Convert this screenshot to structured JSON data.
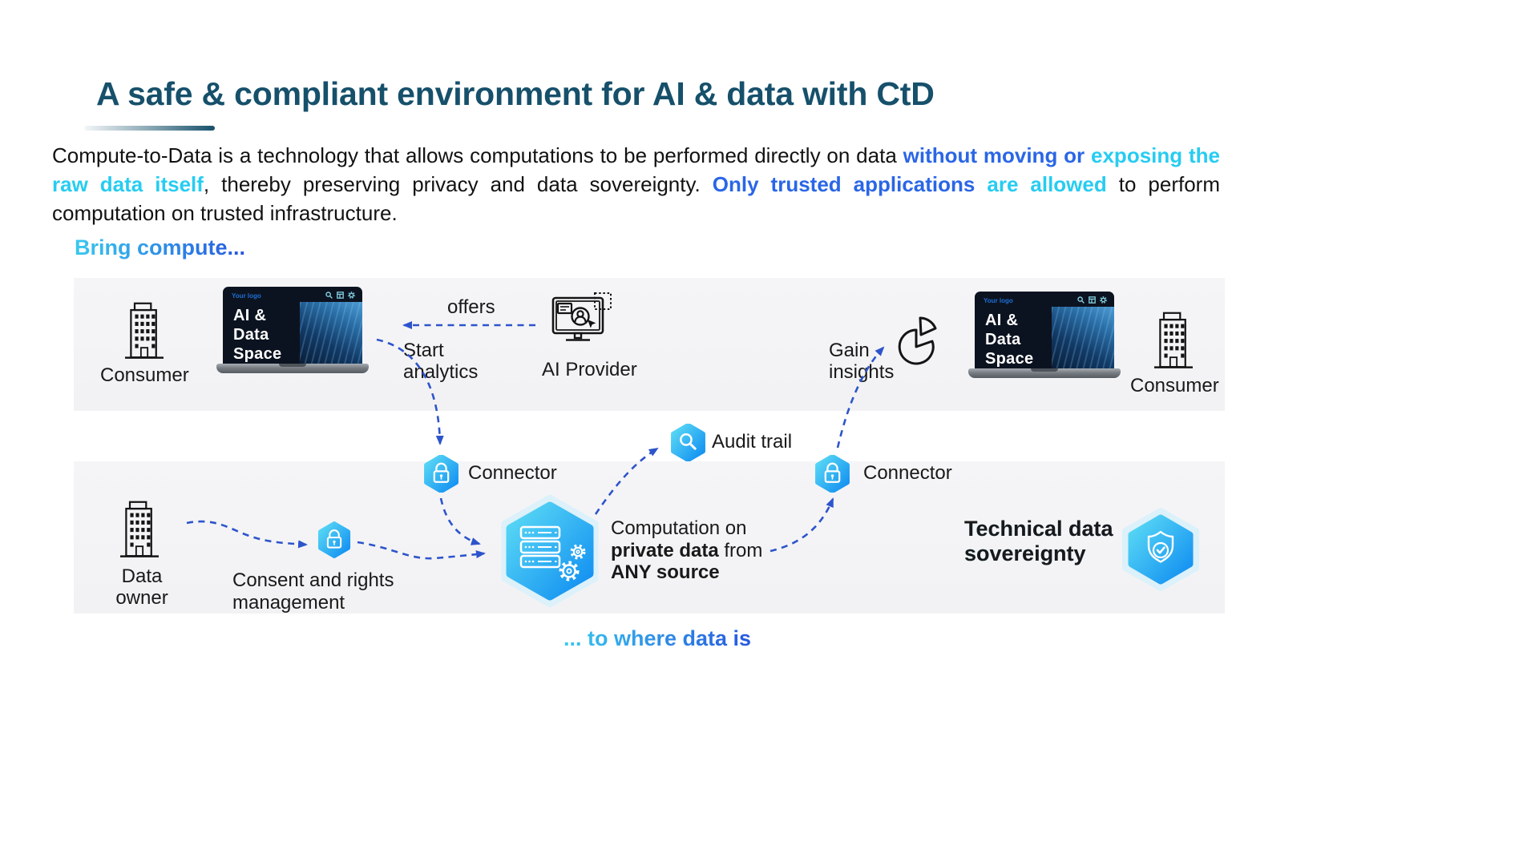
{
  "slide": {
    "title": "A safe & compliant environment for AI & data with CtD",
    "intro_segments": [
      {
        "text": "Compute-to-Data is a technology that allows computations to be performed directly on data ",
        "style": "normal"
      },
      {
        "text": "without moving or ",
        "style": "blue"
      },
      {
        "text": "exposing the raw data itself",
        "style": "cyan"
      },
      {
        "text": ", thereby preserving privacy and data sovereignty. ",
        "style": "normal"
      },
      {
        "text": "Only trusted applications ",
        "style": "blue"
      },
      {
        "text": "are allowed",
        "style": "cyan"
      },
      {
        "text": " to perform computation on trusted infrastructure.",
        "style": "normal"
      }
    ],
    "bring_compute": "Bring compute...",
    "to_where_data_is": "... to where data is",
    "top_row": {
      "consumer_left": "Consumer",
      "consumer_right": "Consumer",
      "laptop": {
        "logo": "Your logo",
        "screen_lines": [
          "AI &",
          "Data",
          "Space"
        ]
      },
      "offers": "offers",
      "start_analytics": [
        "Start",
        "analytics"
      ],
      "ai_provider": "AI Provider",
      "gain_insights": [
        "Gain",
        "insights"
      ]
    },
    "middle": {
      "audit_trail": "Audit trail",
      "connector_left": "Connector",
      "connector_right": "Connector"
    },
    "bottom_row": {
      "data_owner": "Data owner",
      "consent": [
        "Consent and rights",
        "management"
      ],
      "computation": {
        "line1": "Computation on",
        "line2_bold": "private data",
        "line2_rest": " from",
        "line3_bold": "ANY source"
      },
      "sovereignty": [
        "Technical data",
        "sovereignty"
      ]
    },
    "icons": {
      "consumer": "building-icon",
      "data_owner": "building-icon",
      "laptop": "laptop-icon",
      "ai_provider": "monitor-person-icon",
      "insights": "pie-chart-icon",
      "audit_trail": "magnifier-hexagon-icon",
      "connector": "lock-hexagon-icon",
      "consent": "lock-hexagon-icon",
      "computation": "server-gears-hexagon-icon",
      "sovereignty": "shield-check-hexagon-icon"
    },
    "colors": {
      "title_teal": "#16506b",
      "highlight_blue": "#2a66e6",
      "highlight_cyan": "#27ccf1",
      "arrow_blue": "#2d54cb",
      "band_gray": "#f4f4f6",
      "hexagon_gradient_start": "#5cdcf5",
      "hexagon_gradient_end": "#0f8cf1",
      "halo_blue": "#dcf1fa"
    }
  }
}
